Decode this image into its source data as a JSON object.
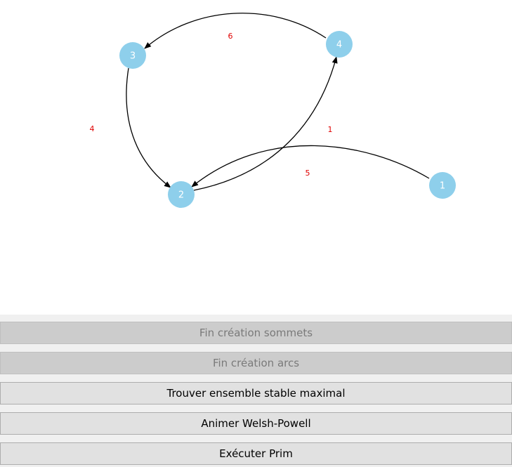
{
  "graph": {
    "node_color": "#8ecfeb",
    "edge_label_color": "#e00000",
    "edge_color": "#000000",
    "nodes": [
      {
        "id": "1",
        "label": "1"
      },
      {
        "id": "2",
        "label": "2"
      },
      {
        "id": "3",
        "label": "3"
      },
      {
        "id": "4",
        "label": "4"
      }
    ],
    "edges": [
      {
        "from": "4",
        "to": "3",
        "weight": "6"
      },
      {
        "from": "3",
        "to": "2",
        "weight": "4"
      },
      {
        "from": "2",
        "to": "4",
        "weight": "1"
      },
      {
        "from": "1",
        "to": "2",
        "weight": "5"
      }
    ]
  },
  "buttons": [
    {
      "label": "Fin création sommets",
      "enabled": false
    },
    {
      "label": "Fin création arcs",
      "enabled": false
    },
    {
      "label": "Trouver ensemble stable maximal",
      "enabled": true
    },
    {
      "label": "Animer Welsh-Powell",
      "enabled": true
    },
    {
      "label": "Exécuter Prim",
      "enabled": true
    }
  ]
}
